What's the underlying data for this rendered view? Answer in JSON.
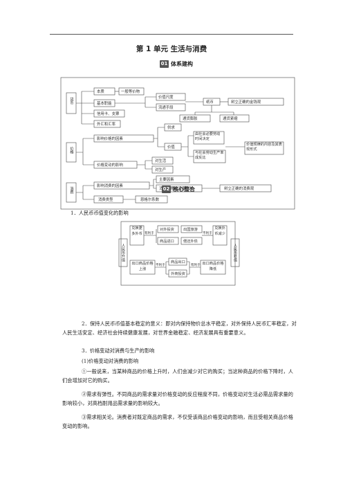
{
  "title": "第 1 单元  生活与消费",
  "section1": {
    "num": "01",
    "label": "体系建构"
  },
  "section2": {
    "num": "02",
    "label": "核心整合"
  },
  "map": {
    "roots": {
      "currency": "货币",
      "price": "价格",
      "consumption": "消费"
    },
    "currency": {
      "essence": "本质",
      "general_equiv": "一般等价物",
      "basic_func": "基本职能",
      "value_scale": "价值尺度",
      "circulation": "流通手段",
      "paper_money": "纸币",
      "correct_money_view": "树立正确的金钱观",
      "inflation": "通货膨胀",
      "deflation": "通货紧缩",
      "credit": "信用卡、支票",
      "forex": "外汇和汇率"
    },
    "price": {
      "factors": "影响价格的因素",
      "supply_demand": "供求",
      "value": "价值",
      "labor_time": "由社会必要劳动时间决定",
      "productivity": "与社会劳动生产率成反比",
      "law_of_value": "价值规律的内容及其表现形式",
      "change_effect": "价格变动的影响",
      "on_life": "对生活",
      "on_production": "对生产"
    },
    "consumption": {
      "factors": "影响消费的因素",
      "main_factor": "主要因素",
      "psychology": "消费心理和消费行为",
      "correct_view": "树立正确的消费观",
      "types": "消费类型",
      "engel": "恩格尔系数"
    }
  },
  "item1": "1．人民币币值变化的影响",
  "flow": {
    "rise": "人民币升值",
    "fall": "人民币贬值",
    "tl": "兑换更多外币",
    "tr": "兑换外币减少",
    "favor": "有利于",
    "unfavor": "不利于",
    "box1": "对外投资",
    "box2": "出国旅游",
    "box3": "商品进口",
    "box4": "偿还外债",
    "bl": "出口商品价格上涨",
    "br": "出口商品价格降低",
    "export": "商品出口",
    "invest": "外商投资"
  },
  "item2": "2．保持人民币币值基本稳定的意义：即对内保持物价总水平稳定，对外保持人民币汇率稳定，对人民生活安定、经济社会持续健康发展，对世界金融稳定、经济发展具有重要意义。",
  "item3": "3．价格变动对消费与生产的影响",
  "sub1": "(1)价格变动对消费的影响",
  "p1": "①一般说来，当某种商品的价格上升时，人们会减少对它的购买；当这种商品的价格下降时，人们会增加对它的购买。",
  "p2": "②需求有弹性。不同商品的需求量对价格变动的反应程度不同，价格变动对生活必需品需求量的影响较小，对高档耐用品需求量的影响较大。",
  "p3": "③需求相关论。消费者对既定商品的需求，不仅受该商品价格变动的影响，而且受相关商品价格变动的影响。"
}
